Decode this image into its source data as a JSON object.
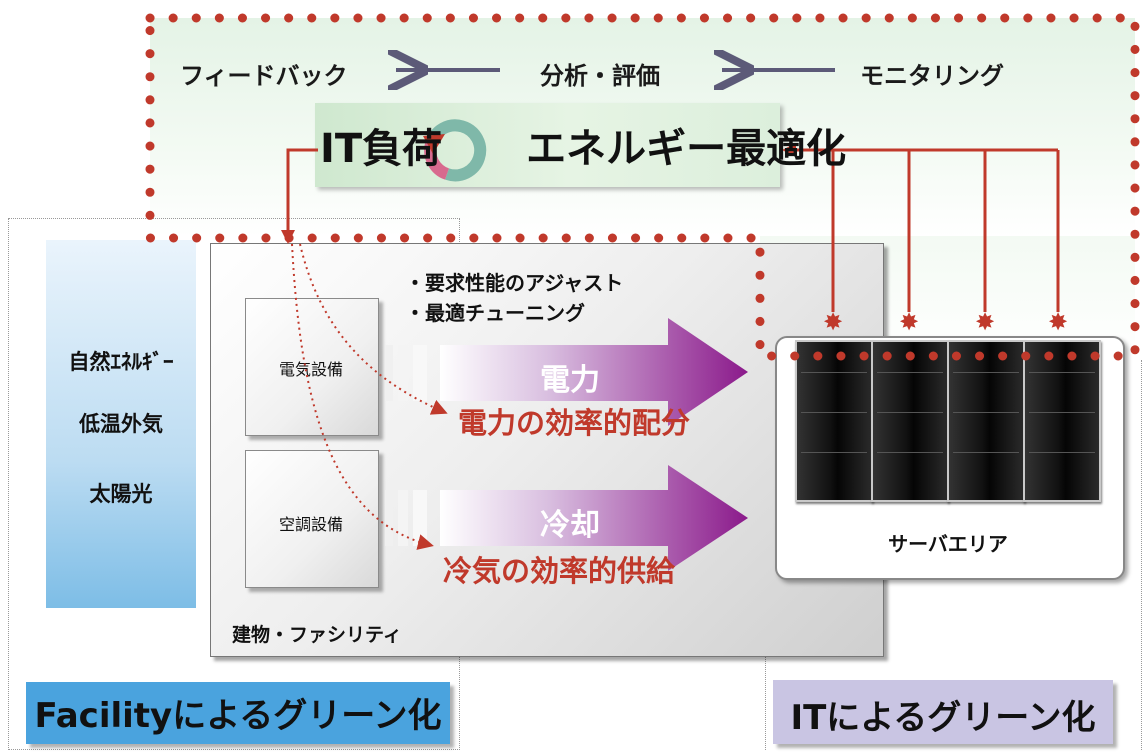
{
  "colors": {
    "dot_red": "#c0392b",
    "arrow_purple": "#8b1a8b",
    "feedback_gray": "#5c5a78",
    "facility_blue": "#4aa3de",
    "it_lavender": "#c9c5e3"
  },
  "top_flow": {
    "feedback": "フィードバック",
    "analysis": "分析・評価",
    "monitoring": "モニタリング"
  },
  "optimization": {
    "title_left": "IT負荷",
    "title_right": "エネルギー最適化",
    "cycle_icon": "cycle-arrows-icon"
  },
  "natural_sources": [
    "自然ｴﾈﾙｷﾞｰ",
    "低温外気",
    "太陽光"
  ],
  "adjust_items": [
    "・要求性能のアジャスト",
    "・最適チューニング"
  ],
  "equipment": {
    "electric": {
      "label": "電気設備",
      "flow": "電力",
      "optimization": "電力の効率的配分"
    },
    "cooling": {
      "label": "空調設備",
      "flow": "冷却",
      "optimization": "冷気の効率的供給"
    }
  },
  "building_label": "建物・ファシリティ",
  "server_area_label": "サーバエリア",
  "facility_green_label": "Facilityによるグリーン化",
  "it_green_label": "ITによるグリーン化"
}
